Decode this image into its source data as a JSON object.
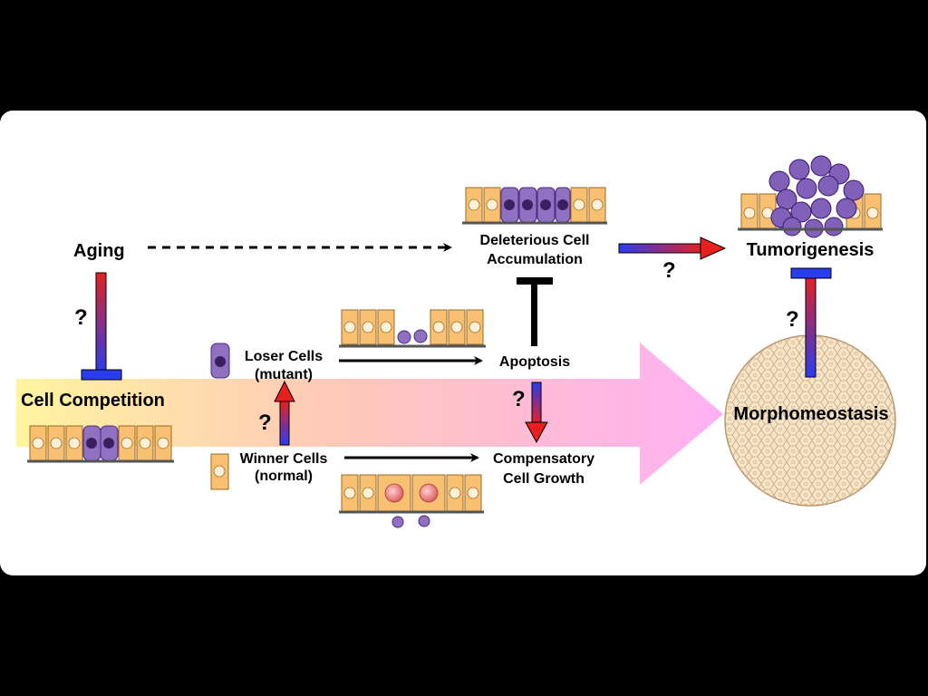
{
  "labels": {
    "aging": "Aging",
    "deleterious_line1": "Deleterious Cell",
    "deleterious_line2": "Accumulation",
    "tumorigenesis": "Tumorigenesis",
    "cell_competition": "Cell Competition",
    "loser_line1": "Loser Cells",
    "loser_line2": "(mutant)",
    "winner_line1": "Winner Cells",
    "winner_line2": "(normal)",
    "apoptosis": "Apoptosis",
    "compensatory_line1": "Compensatory",
    "compensatory_line2": "Cell Growth",
    "morphomeostasis": "Morphomeostasis",
    "question_mark": "?"
  },
  "colors": {
    "normal_cell": "#f8c070",
    "cell_outline": "#9a6a20",
    "mutant_cell": "#9070c0",
    "activation_red": "#e02020",
    "inhibition_blue": "#2040e0",
    "competition_start": "#fff0a0",
    "competition_end": "#ffb0f0"
  }
}
